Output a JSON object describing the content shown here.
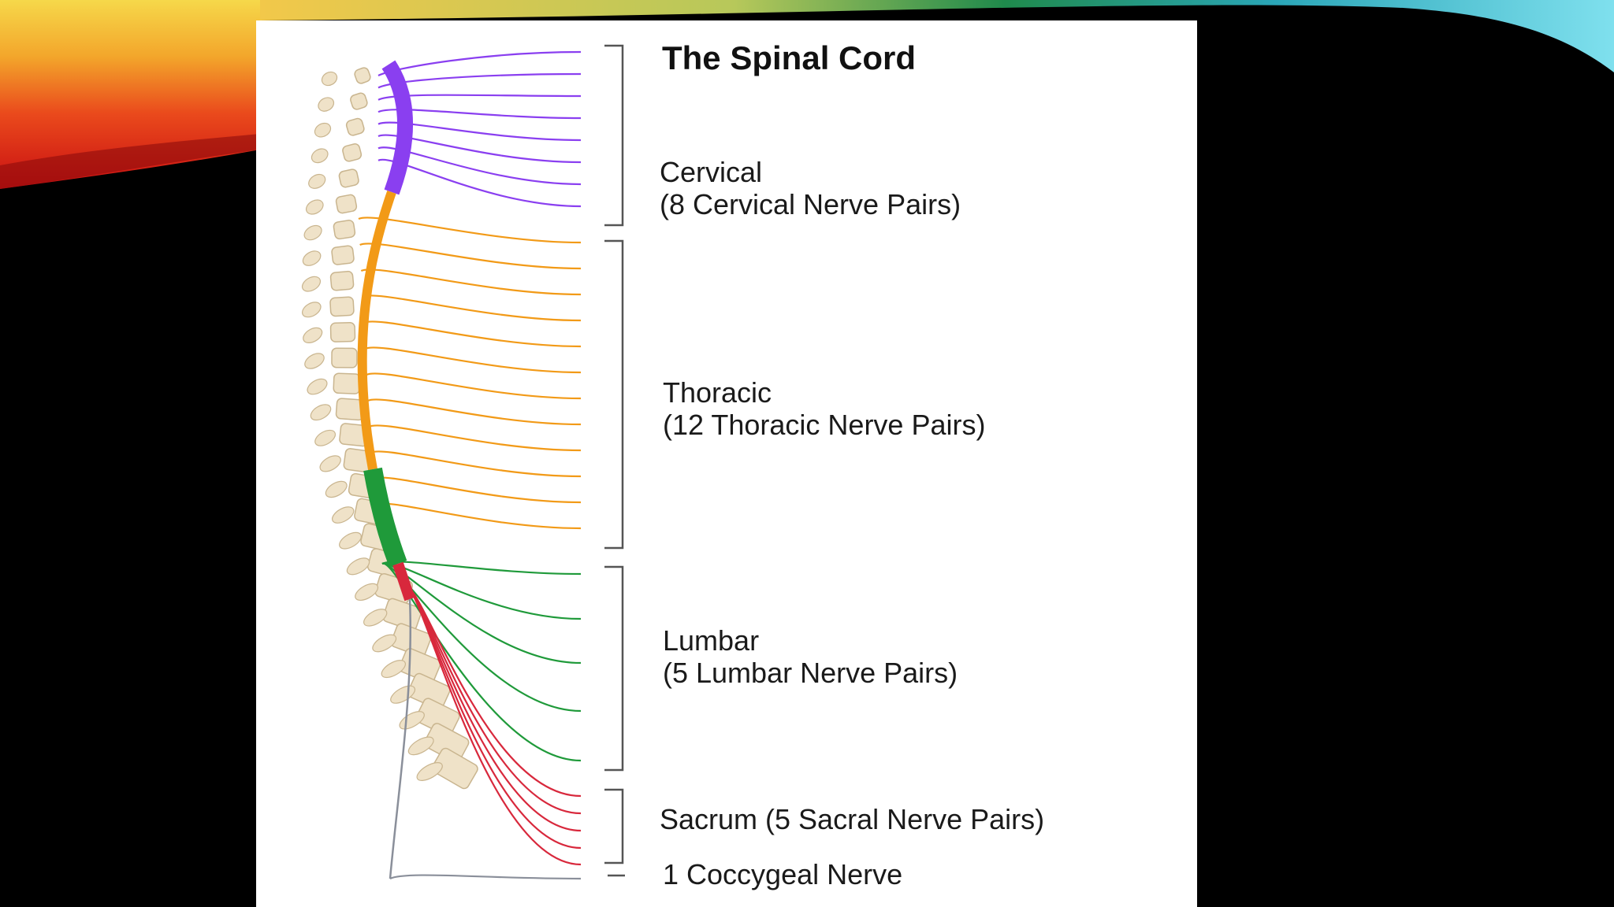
{
  "slide": {
    "title": "The Spinal Cord"
  },
  "colors": {
    "cervical": "#8a3ff0",
    "thoracic": "#f29a17",
    "lumbar": "#1f9a3a",
    "sacral": "#d8283c",
    "coccygeal": "#8a8f9a",
    "bone": "#efe2c8",
    "bone_outline": "#c9b58f",
    "bracket": "#555555"
  },
  "regions": [
    {
      "key": "cervical",
      "name": "Cervical",
      "detail": "(8 Cervical Nerve Pairs)",
      "nerve_pairs": 8
    },
    {
      "key": "thoracic",
      "name": "Thoracic",
      "detail": "(12 Thoracic Nerve Pairs)",
      "nerve_pairs": 12
    },
    {
      "key": "lumbar",
      "name": "Lumbar",
      "detail": "(5 Lumbar Nerve Pairs)",
      "nerve_pairs": 5
    },
    {
      "key": "sacral",
      "name": "Sacrum (5 Sacral Nerve Pairs)",
      "detail": "",
      "nerve_pairs": 5
    },
    {
      "key": "coccygeal",
      "name": "1 Coccygeal Nerve",
      "detail": "",
      "nerve_pairs": 1
    }
  ]
}
